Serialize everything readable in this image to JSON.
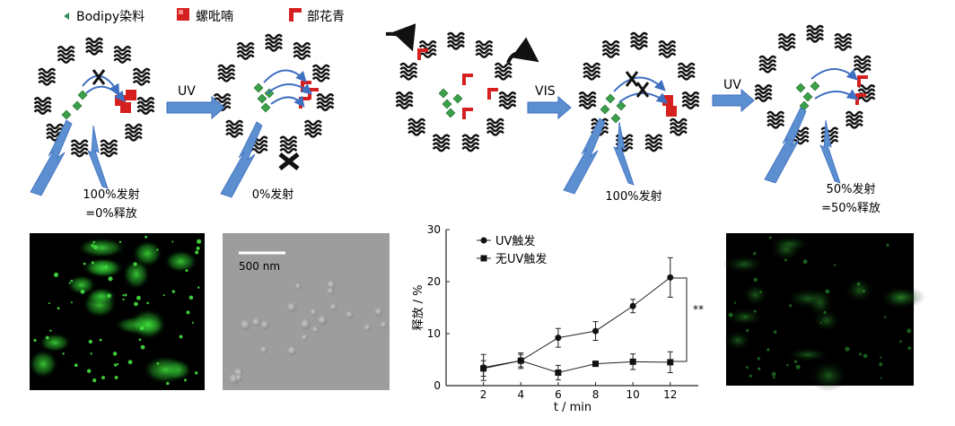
{
  "legend": {
    "bodipy": "Bodipy染料",
    "spiropyran": "螺吡喃",
    "merocyanine": "部花青"
  },
  "steps": {
    "uv_arrow_1": "UV",
    "vis_arrow": "VIS",
    "uv_arrow_2": "UV"
  },
  "captions": {
    "state1_line1": "100%发射",
    "state1_line2": "=0%释放",
    "state2": "0%发射",
    "state4": "100%发射",
    "state5_line1": "50%发射",
    "state5_line2": "=50%释放"
  },
  "sem": {
    "scale_label": "500 nm"
  },
  "chart_data": {
    "type": "line",
    "x": [
      2,
      4,
      6,
      8,
      10,
      12
    ],
    "series": [
      {
        "name": "UV触发",
        "values": [
          3.5,
          4.8,
          9.2,
          10.5,
          15.3,
          20.8
        ],
        "errors": [
          2.5,
          1.5,
          1.8,
          1.8,
          1.3,
          3.8
        ],
        "marker": "circle"
      },
      {
        "name": "无UV触发",
        "values": [
          3.3,
          4.8,
          2.5,
          4.2,
          4.6,
          4.5
        ],
        "errors": [
          1.5,
          1.2,
          1.4,
          0.5,
          1.5,
          2.0
        ],
        "marker": "square"
      }
    ],
    "xlabel": "t / min",
    "ylabel": "释放 / %",
    "xlim": [
      0,
      13.5
    ],
    "ylim": [
      0,
      30
    ],
    "xticks": [
      2,
      4,
      6,
      8,
      10,
      12
    ],
    "yticks": [
      0,
      10,
      20,
      30
    ],
    "significance": "**"
  },
  "colors": {
    "bodipy_green": "#3aa04a",
    "spiropyran_red": "#d62020",
    "arrow_blue": "#5b8fd0",
    "micrograph_green": "#39d23a"
  }
}
